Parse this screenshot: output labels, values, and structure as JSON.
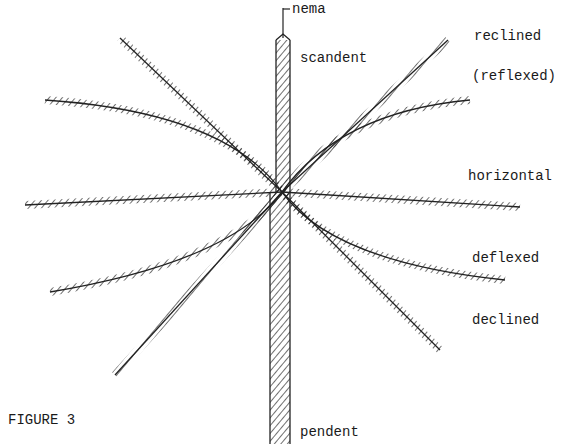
{
  "diagram": {
    "caption": "FIGURE 3",
    "labels": [
      "nema",
      "scandent",
      "reclined",
      "(reflexed)",
      "horizontal",
      "deflexed",
      "declined",
      "pendent"
    ]
  }
}
